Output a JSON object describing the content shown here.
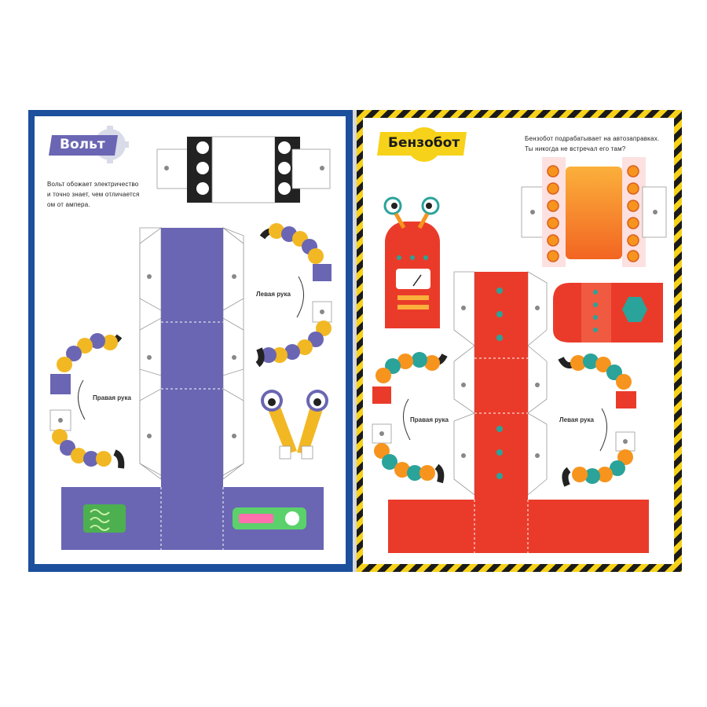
{
  "left_page": {
    "title": "Вольт",
    "intro": [
      "Вольт обожает электричество",
      "и точно знает, чем отличается",
      "ом от ампера."
    ],
    "left_arm_label": "Левая рука",
    "right_arm_label": "Правая рука"
  },
  "right_page": {
    "title": "Бензобот",
    "intro": [
      "Бензобот подрабатывает на автозаправках.",
      "Ты никогда не встречал его там?"
    ],
    "right_arm_label": "Правая рука",
    "left_arm_label": "Левая рука"
  },
  "colors": {
    "volt_blue": "#1c4f9c",
    "volt_purple": "#6a66b3",
    "volt_yellow": "#f2b824",
    "benzo_red": "#ea3b2a",
    "benzo_orange": "#f7941d",
    "benzo_teal": "#2aa39a",
    "hazard_yellow": "#f7d21a"
  }
}
